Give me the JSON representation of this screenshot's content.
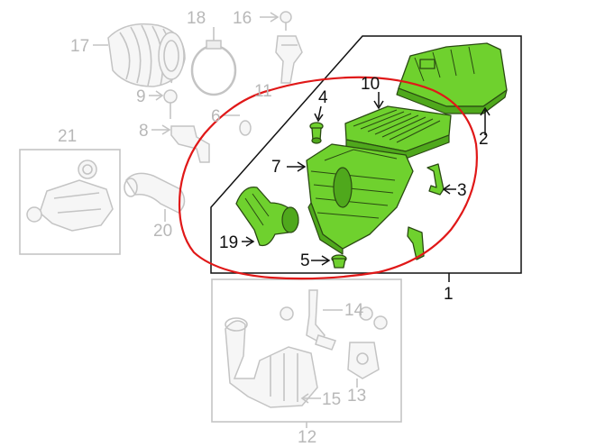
{
  "diagram": {
    "callouts_main": [
      "1",
      "2",
      "3",
      "4",
      "5",
      "7",
      "10",
      "19"
    ],
    "callouts_background": [
      "6",
      "8",
      "9",
      "11",
      "12",
      "13",
      "14",
      "15",
      "16",
      "17",
      "18",
      "20",
      "21"
    ],
    "colors": {
      "highlight_parts": "#6fd12e",
      "outline_ring": "#e01818",
      "background_parts": "#c4c4c4",
      "main_lines": "#111111"
    }
  }
}
